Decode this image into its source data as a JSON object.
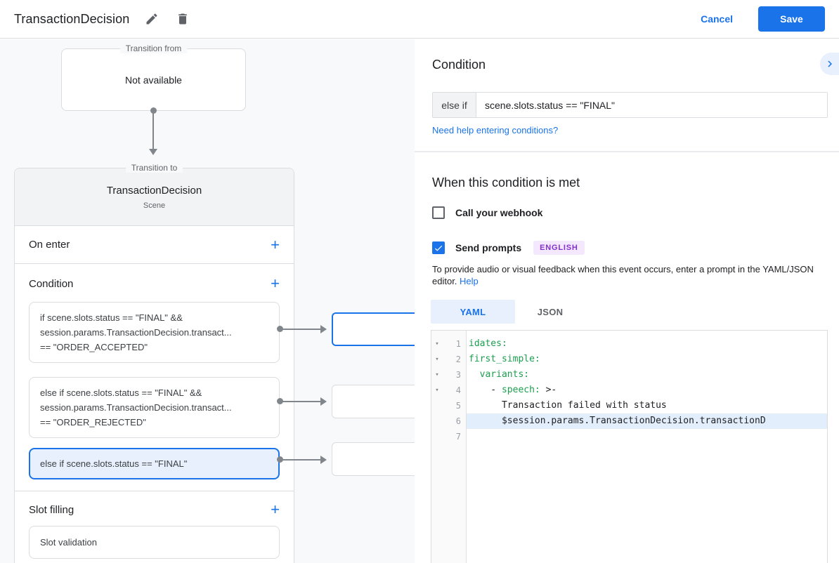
{
  "header": {
    "title": "TransactionDecision",
    "cancel_label": "Cancel",
    "save_label": "Save"
  },
  "canvas": {
    "transition_from": {
      "legend": "Transition from",
      "content": "Not available"
    },
    "transition_to": {
      "legend": "Transition to",
      "title": "TransactionDecision",
      "subtitle": "Scene",
      "on_enter_label": "On enter",
      "condition_label": "Condition",
      "slot_filling_label": "Slot filling",
      "add_label": "+",
      "condition_cards": [
        {
          "lines": [
            "if scene.slots.status == \"FINAL\" &&",
            "session.params.TransactionDecision.transact...",
            "== \"ORDER_ACCEPTED\""
          ]
        },
        {
          "lines": [
            "else if scene.slots.status == \"FINAL\" &&",
            "session.params.TransactionDecision.transact...",
            "== \"ORDER_REJECTED\""
          ]
        },
        {
          "lines": [
            "else if scene.slots.status == \"FINAL\""
          ]
        }
      ],
      "slot_cards": [
        "Slot validation"
      ]
    }
  },
  "panel": {
    "condition_heading": "Condition",
    "condition_prefix": "else if",
    "condition_value": "scene.slots.status == \"FINAL\"",
    "help_link": "Need help entering conditions?",
    "when_heading": "When this condition is met",
    "webhook_label": "Call your webhook",
    "prompts_label": "Send prompts",
    "language_badge": "ENGLISH",
    "prompt_hint": "To provide audio or visual feedback when this event occurs, enter a prompt in the YAML/JSON editor. ",
    "prompt_hint_link": "Help",
    "tabs": {
      "yaml": "YAML",
      "json": "JSON"
    },
    "editor": {
      "fold_glyph": "▾",
      "lines": [
        {
          "num": "1",
          "segments": {
            "a": "idates:"
          }
        },
        {
          "num": "2",
          "segments": {
            "a": "first_simple:"
          }
        },
        {
          "num": "3",
          "segments": {
            "a": "  variants:"
          }
        },
        {
          "num": "4",
          "segments": {
            "pre": "    - ",
            "a": "speech:",
            "post": " >-"
          }
        },
        {
          "num": "5",
          "segments": {
            "plain": "      Transaction failed with status"
          }
        },
        {
          "num": "6",
          "segments": {
            "plain": "      $session.params.TransactionDecision.transactionD"
          }
        },
        {
          "num": "7",
          "segments": {}
        }
      ]
    }
  },
  "colors": {
    "accent": "#1a73e8",
    "selection_bg": "#e8f0fe",
    "yaml_key_green": "#1c9e4f",
    "badge_bg": "#f3e8fd",
    "badge_text": "#8430ce",
    "canvas_bg": "#f8f9fa",
    "border": "#dadce0"
  }
}
